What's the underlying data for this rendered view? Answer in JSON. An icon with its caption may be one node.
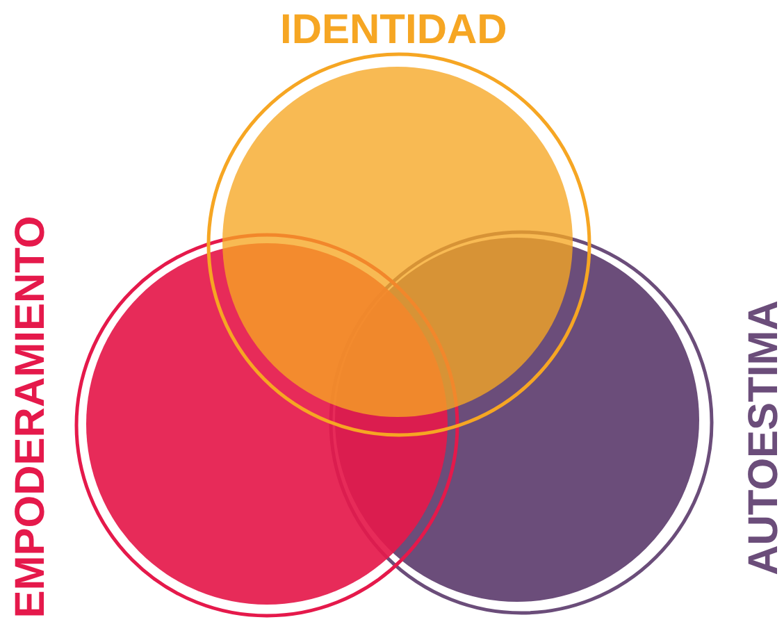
{
  "diagram": {
    "nodes": [
      {
        "text": [
          "IDENTIDAD"
        ]
      },
      {
        "text": [
          "EMPODERAMIENTO"
        ]
      },
      {
        "text": [
          "AUTOESTIMA"
        ]
      }
    ]
  }
}
